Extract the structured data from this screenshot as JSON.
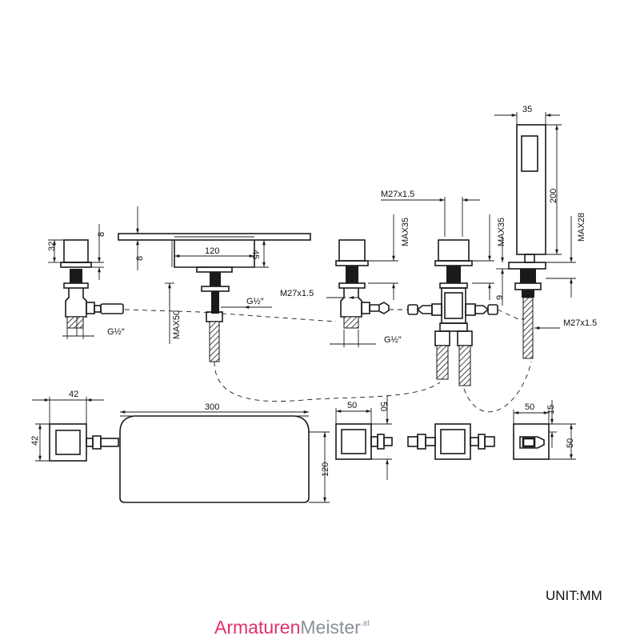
{
  "dimensions": {
    "valve_left_height": "32",
    "valve_left_cap": "8",
    "thread_g": "G½″",
    "spout_width": "120",
    "spout_cap": "8",
    "spout_height": "45",
    "spout_max": "MAX50",
    "valve_mid_max": "MAX35",
    "thread_m27_a": "M27x1.5",
    "thread_m27_b": "M27x1.5",
    "thread_m27_c": "M27x1.5",
    "valve_right_max": "MAX35",
    "diverter_offset": "9",
    "handshower_width": "35",
    "handshower_length": "200",
    "handshower_max": "MAX28",
    "plan_square_w": "42",
    "plan_square_h": "42",
    "plan_spout_w": "300",
    "plan_spout_h": "120",
    "plan_mid_w": "50",
    "plan_mid_h": "50",
    "plan_holder_w": "50",
    "plan_holder_d": "15",
    "plan_holder_h": "50"
  },
  "unit_label": "UNIT:MM",
  "brand": {
    "part1": "Armaturen",
    "part2": "Meister",
    "suffix": ".at"
  }
}
